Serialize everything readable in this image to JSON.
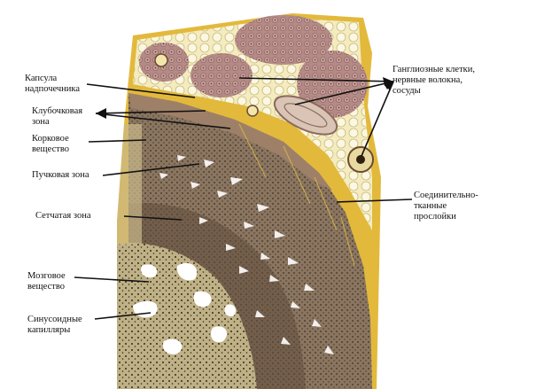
{
  "figure": {
    "labels": {
      "capsule": "Капсула\nнадпочечника",
      "glomerular": "Клубочковая\nзона",
      "cortex": "Корковое\nвещество",
      "fascicular": "Пучковая зона",
      "reticular": "Сетчатая зона",
      "medulla": "Мозговое\nвещество",
      "sinusoids": "Синусоидные\nкапилляры",
      "ganglion": "Ганглиозные клетки,\nнервные волокна,\nсосуды",
      "connective": "Соединительно-\nтканные\nпрослойки"
    },
    "colors": {
      "fat": "#f2e6ad",
      "yellow": "#e3b93c",
      "ganglion": "#b98f8a",
      "cortex_dark": "#7e6a57",
      "cortex_mid": "#9b8670",
      "medulla": "#b8ad80",
      "cell_dot": "#2e2218"
    }
  }
}
